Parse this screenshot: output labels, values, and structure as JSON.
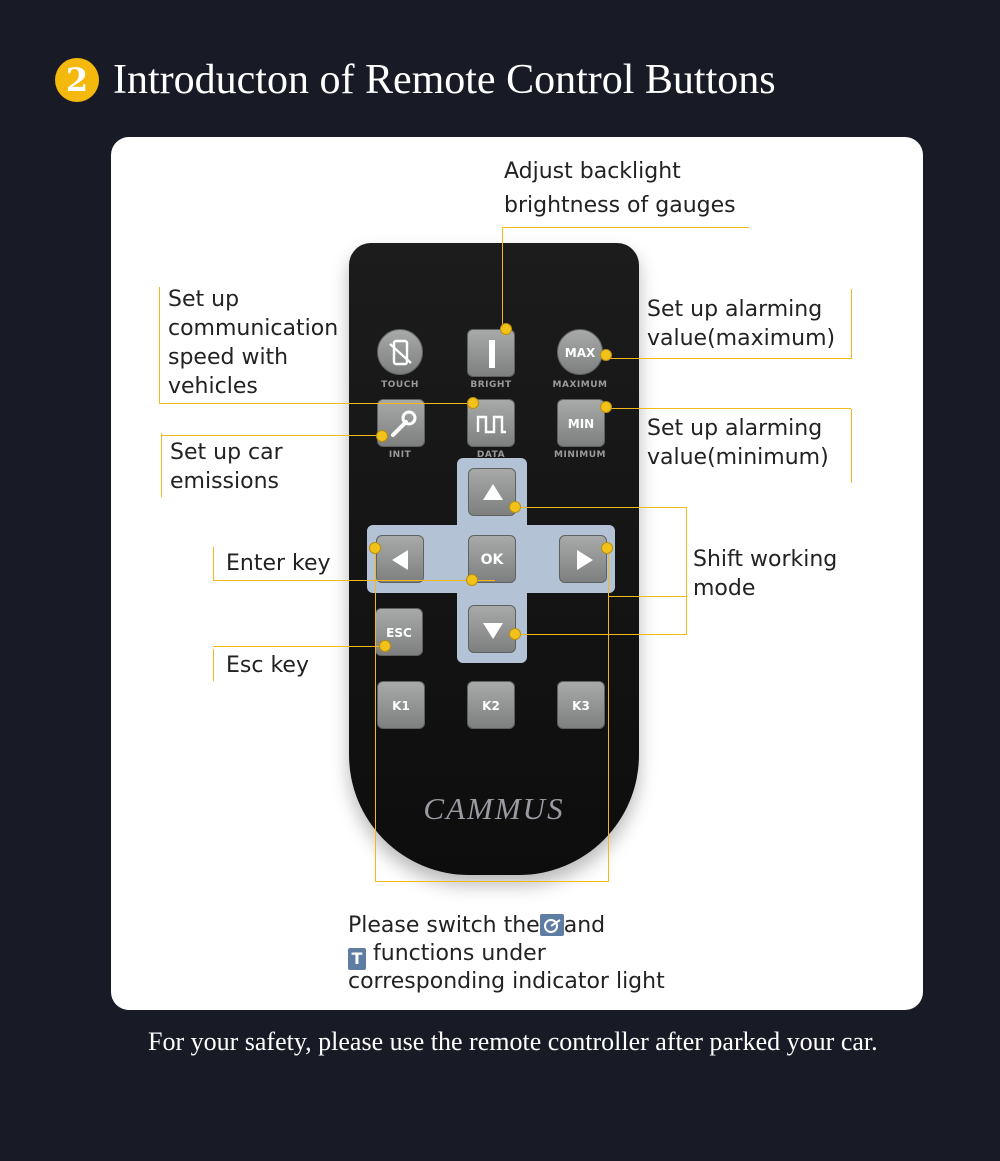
{
  "header": {
    "step_number": "2",
    "title": "Introducton of Remote Control Buttons"
  },
  "labels": {
    "bright": [
      "Adjust backlight",
      "brightness of gauges"
    ],
    "comm": [
      "Set up",
      "communication",
      "speed with",
      "vehicles"
    ],
    "max": [
      "Set up alarming",
      "value(maximum)"
    ],
    "emission": [
      "Set up car",
      "emissions"
    ],
    "min": [
      "Set up alarming",
      "value(minimum)"
    ],
    "enter": "Enter key",
    "shift": [
      "Shift working",
      "mode"
    ],
    "esc": "Esc key"
  },
  "remote": {
    "buttons": {
      "touch_caption": "TOUCH",
      "bright_caption": "BRIGHT",
      "max": "MAX",
      "max_caption": "MAXIMUM",
      "init_caption": "INIT",
      "data_caption": "DATA",
      "min": "MIN",
      "min_caption": "MINIMUM",
      "ok": "OK",
      "esc": "ESC",
      "k1": "K1",
      "k2": "K2",
      "k3": "K3"
    },
    "brand": "CAMMUS"
  },
  "note": {
    "line1_a": "Please switch the",
    "line1_b": "and",
    "line2": "functions under",
    "line3": "corresponding indicator light",
    "icon_t": "T"
  },
  "footer": {
    "text": "For your safety, please use the remote controller after parked your car."
  },
  "colors": {
    "background": "#181b26",
    "accent": "#f5b80d",
    "leader_line": "#f2b81c",
    "dpad": "#b3c2d4",
    "button": "#8f9191"
  },
  "icons": [
    "touch-icon",
    "bright-icon",
    "wrench-icon",
    "data-wave-icon",
    "arrow-up-icon",
    "arrow-left-icon",
    "arrow-right-icon",
    "arrow-down-icon",
    "turbo-icon",
    "t-icon"
  ]
}
